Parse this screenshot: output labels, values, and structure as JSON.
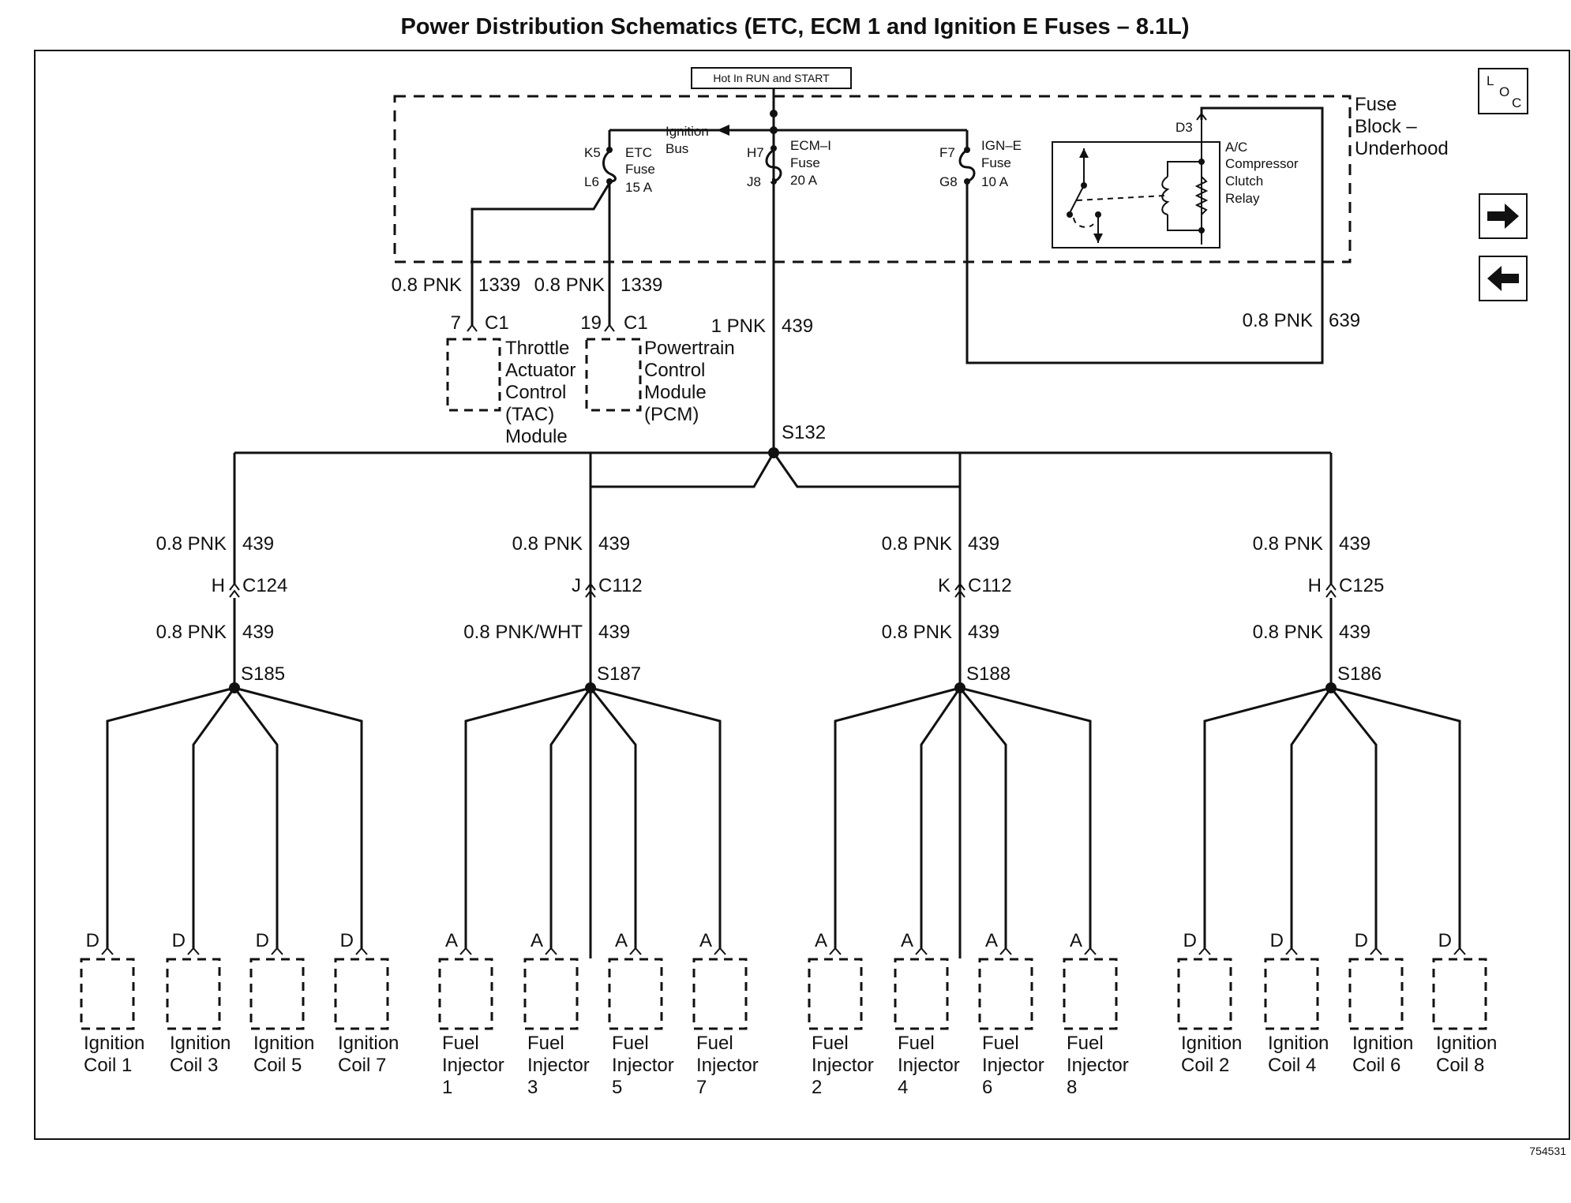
{
  "title": "Power Distribution Schematics (ETC, ECM 1 and Ignition E Fuses – 8.1L)",
  "figure_number": "754531",
  "loc_icon": {
    "l": "L",
    "o": "O",
    "c": "C"
  },
  "nav": {
    "next_icon": "right-arrow-icon",
    "prev_icon": "left-arrow-icon"
  },
  "hot_label": "Hot In RUN and START",
  "fuse_block": [
    "Fuse",
    "Block –",
    "Underhood"
  ],
  "ignition_bus": [
    "Ignition",
    "Bus"
  ],
  "fuses": {
    "etc": {
      "top_pin": "K5",
      "bottom_pin": "L6",
      "lines": [
        "ETC",
        "Fuse",
        "15 A"
      ]
    },
    "ecm": {
      "top_pin": "H7",
      "bottom_pin": "J8",
      "lines": [
        "ECM–I",
        "Fuse",
        "20 A"
      ]
    },
    "igne": {
      "top_pin": "F7",
      "bottom_pin": "G8",
      "lines": [
        "IGN–E",
        "Fuse",
        "10 A"
      ]
    }
  },
  "relay": {
    "pin": "D3",
    "lines": [
      "A/C",
      "Compressor",
      "Clutch",
      "Relay"
    ]
  },
  "wires": {
    "tac_wire": {
      "color": "0.8 PNK",
      "circuit": "1339"
    },
    "pcm_wire": {
      "color": "0.8 PNK",
      "circuit": "1339"
    },
    "main_wire": {
      "color": "1 PNK",
      "circuit": "439"
    },
    "relay_wire": {
      "color": "0.8 PNK",
      "circuit": "639"
    }
  },
  "tac": {
    "pin": "7",
    "conn": "C1",
    "lines": [
      "Throttle",
      "Actuator",
      "Control",
      "(TAC)",
      "Module"
    ]
  },
  "pcm": {
    "pin": "19",
    "conn": "C1",
    "lines": [
      "Powertrain",
      "Control",
      "Module",
      "(PCM)"
    ]
  },
  "main_splice": "S132",
  "branches": [
    {
      "upper_color": "0.8 PNK",
      "upper_circuit": "439",
      "pin": "H",
      "conn": "C124",
      "lower_color": "0.8 PNK",
      "lower_circuit": "439",
      "splice": "S185",
      "loads": [
        {
          "pin": "D",
          "lines": [
            "Ignition",
            "Coil 1"
          ]
        },
        {
          "pin": "D",
          "lines": [
            "Ignition",
            "Coil 3"
          ]
        },
        {
          "pin": "D",
          "lines": [
            "Ignition",
            "Coil 5"
          ]
        },
        {
          "pin": "D",
          "lines": [
            "Ignition",
            "Coil 7"
          ]
        }
      ]
    },
    {
      "upper_color": "0.8 PNK",
      "upper_circuit": "439",
      "pin": "J",
      "conn": "C112",
      "lower_color": "0.8 PNK/WHT",
      "lower_circuit": "439",
      "splice": "S187",
      "loads": [
        {
          "pin": "A",
          "lines": [
            "Fuel",
            "Injector",
            "1"
          ]
        },
        {
          "pin": "A",
          "lines": [
            "Fuel",
            "Injector",
            "3"
          ]
        },
        {
          "pin": "A",
          "lines": [
            "Fuel",
            "Injector",
            "5"
          ]
        },
        {
          "pin": "A",
          "lines": [
            "Fuel",
            "Injector",
            "7"
          ]
        }
      ]
    },
    {
      "upper_color": "0.8 PNK",
      "upper_circuit": "439",
      "pin": "K",
      "conn": "C112",
      "lower_color": "0.8 PNK",
      "lower_circuit": "439",
      "splice": "S188",
      "loads": [
        {
          "pin": "A",
          "lines": [
            "Fuel",
            "Injector",
            "2"
          ]
        },
        {
          "pin": "A",
          "lines": [
            "Fuel",
            "Injector",
            "4"
          ]
        },
        {
          "pin": "A",
          "lines": [
            "Fuel",
            "Injector",
            "6"
          ]
        },
        {
          "pin": "A",
          "lines": [
            "Fuel",
            "Injector",
            "8"
          ]
        }
      ]
    },
    {
      "upper_color": "0.8 PNK",
      "upper_circuit": "439",
      "pin": "H",
      "conn": "C125",
      "lower_color": "0.8 PNK",
      "lower_circuit": "439",
      "splice": "S186",
      "loads": [
        {
          "pin": "D",
          "lines": [
            "Ignition",
            "Coil 2"
          ]
        },
        {
          "pin": "D",
          "lines": [
            "Ignition",
            "Coil 4"
          ]
        },
        {
          "pin": "D",
          "lines": [
            "Ignition",
            "Coil 6"
          ]
        },
        {
          "pin": "D",
          "lines": [
            "Ignition",
            "Coil 8"
          ]
        }
      ]
    }
  ]
}
